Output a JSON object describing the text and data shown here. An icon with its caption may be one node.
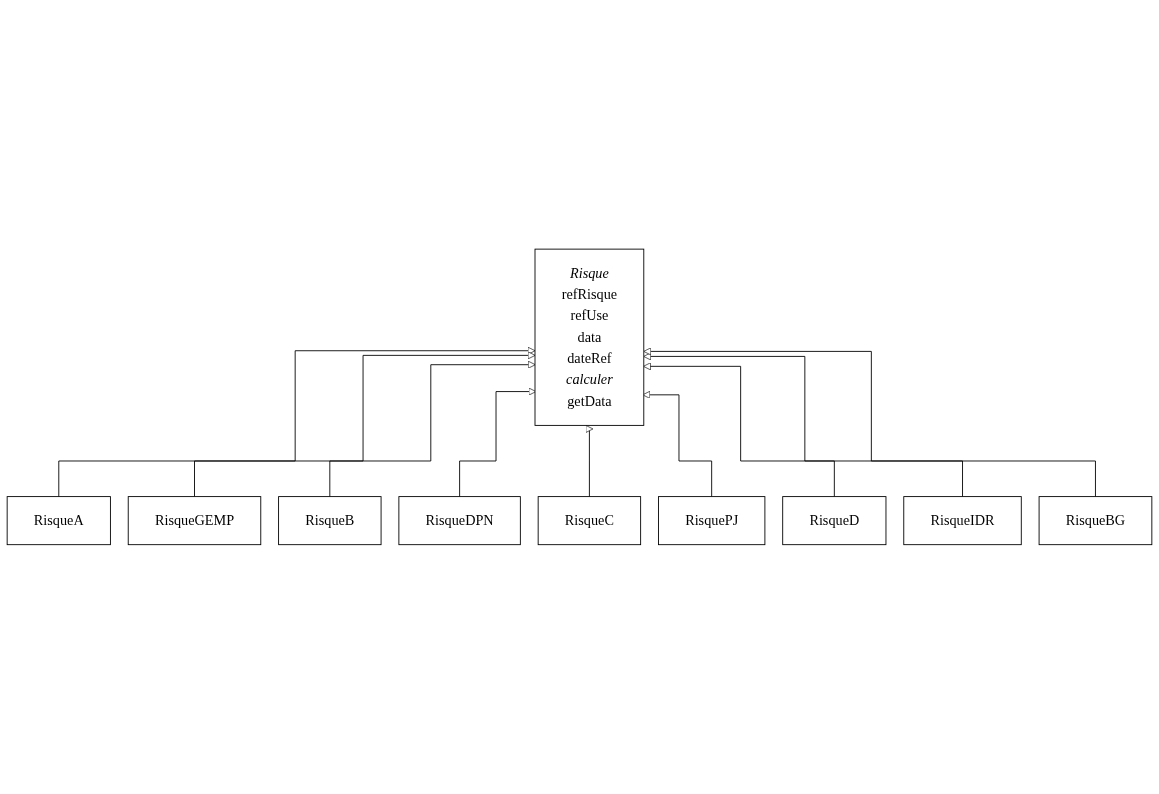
{
  "diagram": {
    "nodes": [
      {
        "text": [
          "Risque",
          "refRisque",
          "refUse",
          "data",
          "dateRef",
          "calculer",
          "getData"
        ]
      },
      {
        "text": [
          "RisqueA"
        ]
      },
      {
        "text": [
          "RisqueB"
        ]
      },
      {
        "text": [
          "RisqueC"
        ]
      },
      {
        "text": [
          "RisqueD"
        ]
      },
      {
        "text": [
          "RisqueBG"
        ]
      },
      {
        "text": [
          "RisqueGEMP"
        ]
      },
      {
        "text": [
          "RisqueDPN"
        ]
      },
      {
        "text": [
          "RisquePJ"
        ]
      },
      {
        "text": [
          "RisqueIDR"
        ]
      }
    ],
    "edges": [
      {
        "from": 1,
        "to": 0,
        "arrow": "to"
      },
      {
        "from": 6,
        "to": 0,
        "arrow": "to"
      },
      {
        "from": 2,
        "to": 0,
        "arrow": "to"
      },
      {
        "from": 7,
        "to": 0,
        "arrow": "to"
      },
      {
        "from": 3,
        "to": 0,
        "arrow": "to"
      },
      {
        "from": 8,
        "to": 0,
        "arrow": "to"
      },
      {
        "from": 4,
        "to": 0,
        "arrow": "to"
      },
      {
        "from": 9,
        "to": 0,
        "arrow": "to"
      },
      {
        "from": 5,
        "to": 0,
        "arrow": "to"
      }
    ]
  }
}
